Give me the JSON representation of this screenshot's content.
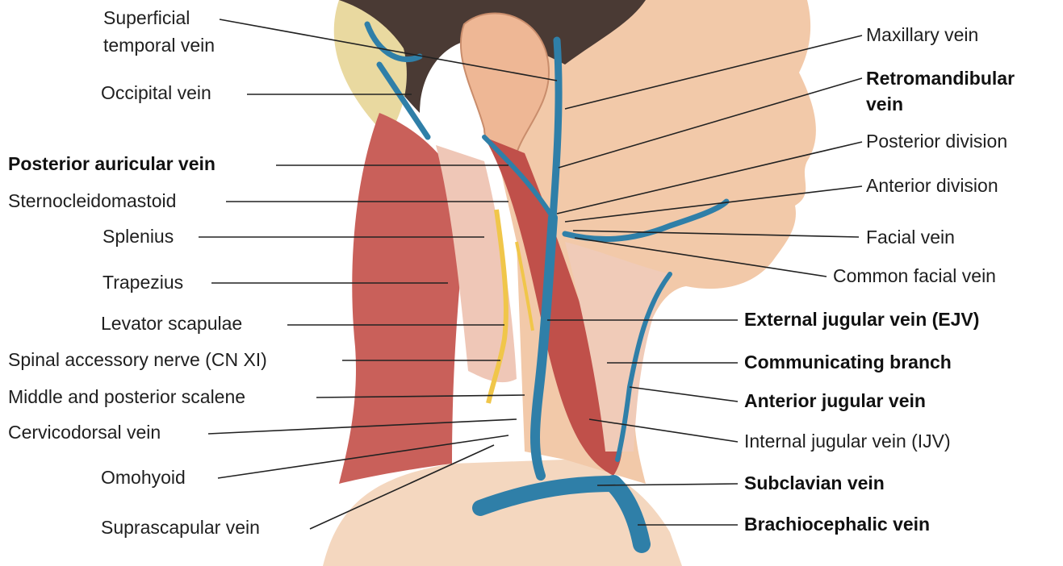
{
  "labels_left": {
    "superficial_temporal_vein_1": "Superficial",
    "superficial_temporal_vein_2": "temporal vein",
    "occipital_vein": "Occipital vein",
    "posterior_auricular_vein": "Posterior auricular vein",
    "sternocleidomastoid": "Sternocleidomastoid",
    "splenius": "Splenius",
    "trapezius": "Trapezius",
    "levator_scapulae": "Levator scapulae",
    "spinal_accessory_nerve": "Spinal accessory nerve (CN XI)",
    "middle_posterior_scalene": "Middle and posterior scalene",
    "cervicodorsal_vein": "Cervicodorsal vein",
    "omohyoid": "Omohyoid",
    "suprascapular_vein": "Suprascapular vein"
  },
  "labels_right": {
    "maxillary_vein": "Maxillary vein",
    "retromandibular_vein_1": "Retromandibular",
    "retromandibular_vein_2": "vein",
    "posterior_division": "Posterior division",
    "anterior_division": "Anterior division",
    "facial_vein": "Facial vein",
    "common_facial_vein": "Common facial vein",
    "external_jugular_vein": "External jugular vein (EJV)",
    "communicating_branch": "Communicating branch",
    "anterior_jugular_vein": "Anterior jugular vein",
    "internal_jugular_vein": "Internal jugular vein (IJV)",
    "subclavian_vein": "Subclavian vein",
    "brachiocephalic_vein": "Brachiocephalic vein"
  },
  "colors": {
    "vein": "#2f7fa8",
    "muscle": "#c9605a",
    "skin": "#f2c9a9",
    "nerve": "#f0c64a",
    "hair": "#4a3a34",
    "leader": "#222222"
  }
}
